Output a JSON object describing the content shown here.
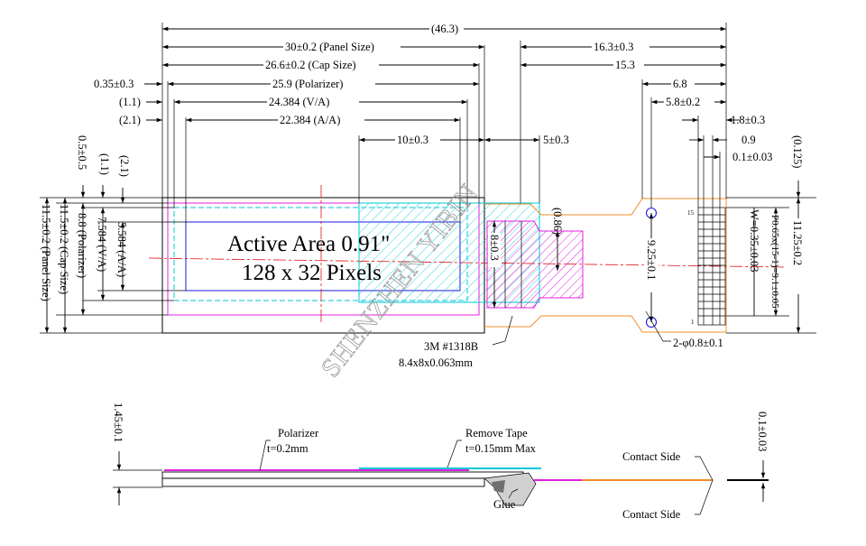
{
  "colors": {
    "line": "#000000",
    "polarizer": "#e020e0",
    "cap": "#00c8d8",
    "fpc": "#f08c28",
    "active": "#1a1ae6",
    "centerline": "#e01010",
    "watermark": "#9a9a9a"
  },
  "top_dims": {
    "overall": "(46.3)",
    "panel": "30±0.2 (Panel Size)",
    "fpc_len": "16.3±0.3",
    "cap": "26.6±0.2 (Cap Size)",
    "fpc_153": "15.3",
    "pol_offset": "0.35±0.3",
    "polarizer": "25.9 (Polarizer)",
    "d68": "6.8",
    "va_offset": "(1.1)",
    "va": "24.384 (V/A)",
    "d58": "5.8±0.2",
    "aa_offset": "(2.1)",
    "aa": "22.384 (A/A)",
    "d18": "1.8±0.3",
    "d10": "10±0.3",
    "d5": "5±0.3",
    "d09": "0.9",
    "d01": "0.1±0.03"
  },
  "side_dims": {
    "d05": "0.5±0.5",
    "d11": "(1.1)",
    "d21": "(2.1)",
    "pol": "8.8 (Polarizer)",
    "va": "7.584 (V/A)",
    "aa": "5.584 (A/A)",
    "cap": "11.5±0.2 (Cap Size)",
    "panel": "11.5±0.2 (Panel Size)",
    "d0125": "(0.125)",
    "d1125": "11.25±0.2",
    "pitch": "P0.65x(15-1)=9.1±0.05",
    "width": "W=0.35±0.03",
    "d925": "9.25±0.1",
    "d84": "8±0.3",
    "d086": "(0.86)"
  },
  "labels": {
    "active_area": "Active Area 0.91\"",
    "pixels": "128 x 32 Pixels",
    "tape_part": "3M #1318B",
    "tape_size": "8.4x8x0.063mm",
    "holes": "2-φ0.8±0.1",
    "pin_first": "1",
    "pin_last": "15",
    "watermark": "SHENZHEN YIBIN"
  },
  "side_view": {
    "height": "1.45±0.1",
    "polarizer": "Polarizer",
    "polarizer_t": "t=0.2mm",
    "tape": "Remove Tape",
    "tape_t": "t=0.15mm Max",
    "glue": "Glue",
    "contact_top": "Contact Side",
    "contact_bottom": "Contact Side",
    "fpc_thickness": "0.1±0.03"
  }
}
